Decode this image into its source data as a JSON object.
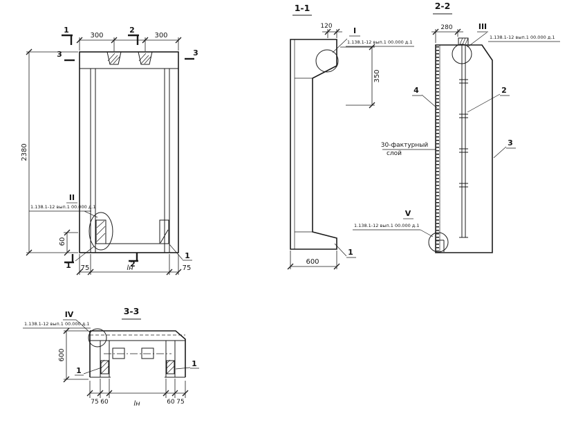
{
  "ref_note": "1.138.1-12 вып.1 00.000 д.1",
  "elevation": {
    "dim_height": "2380",
    "dim_top_left": "300",
    "dim_top_right": "300",
    "dim_corner": "60",
    "dim_bottom_left": "75",
    "dim_bottom_mid": "lн",
    "dim_bottom_right": "75",
    "mark1_top": "1",
    "mark2_top": "2",
    "mark3_left": "3",
    "mark3_right": "3",
    "mark1_bottom": "1",
    "mark2_bottom": "2",
    "pos1_right": "1",
    "callout2": "II"
  },
  "section11": {
    "title": "1-1",
    "dim_top": "120",
    "dim_side": "350",
    "dim_bottom": "600",
    "callout1": "I",
    "pos1": "1"
  },
  "section22": {
    "title": "2-2",
    "dim_top": "280",
    "callout3": "III",
    "callout5": "V",
    "pos2": "2",
    "pos3": "3",
    "pos4": "4",
    "note_line1": "30-фактурный",
    "note_line2": "слой"
  },
  "section33": {
    "title": "3-3",
    "dim_side": "600",
    "dim_b1": "75",
    "dim_b2": "60",
    "dim_mid": "lн",
    "dim_b4": "60",
    "dim_b5": "75",
    "callout4": "IV",
    "pos1_left": "1",
    "pos1_right": "1"
  }
}
